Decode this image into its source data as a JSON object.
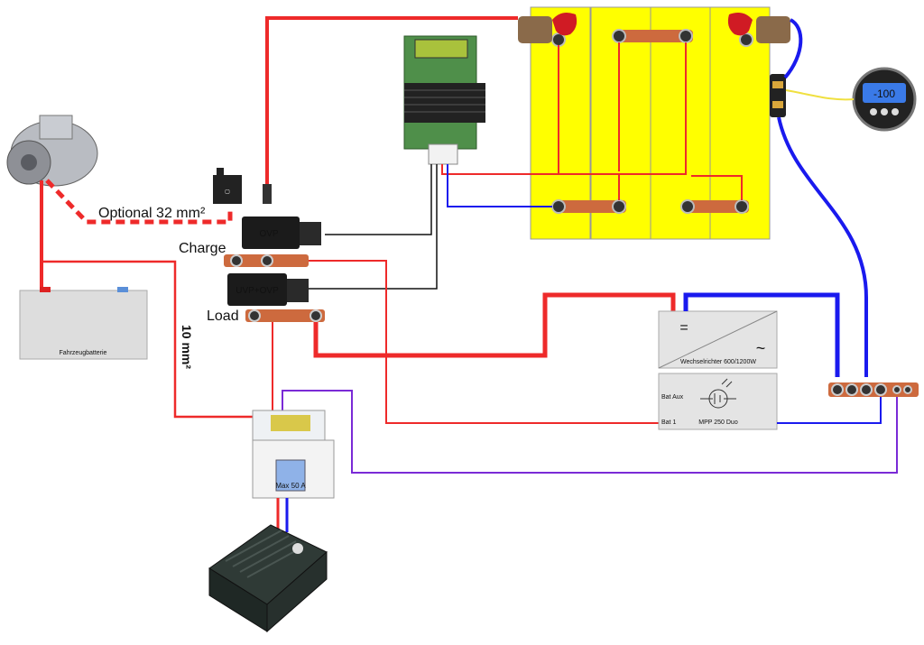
{
  "labels": {
    "optional_cable": "Optional 32 mm²",
    "charge": "Charge",
    "load": "Load",
    "cable_size": "10 mm²",
    "ovp": "OVP",
    "uvp_ovp": "UVP+OVP",
    "starter_battery": "Fahrzeugbatterie",
    "inverter": "Wechselrichter 600/1200W",
    "inverter_dc": "=",
    "inverter_ac": "~",
    "solar_charger": "MPP 250 Duo",
    "bat_aux": "Bat Aux",
    "bat_1": "Bat 1",
    "fuse_box_rating": "Max 50 A",
    "monitor_display": "-100"
  },
  "colors": {
    "positive_wire": "#ee2a2a",
    "negative_wire": "#1a1aee",
    "signal_wire": "#111111",
    "ground_aux_wire": "#7a2ad6",
    "monitor_wire": "#f0e040",
    "battery_cell": "#ffff00",
    "busbar": "#cd6a3e"
  }
}
